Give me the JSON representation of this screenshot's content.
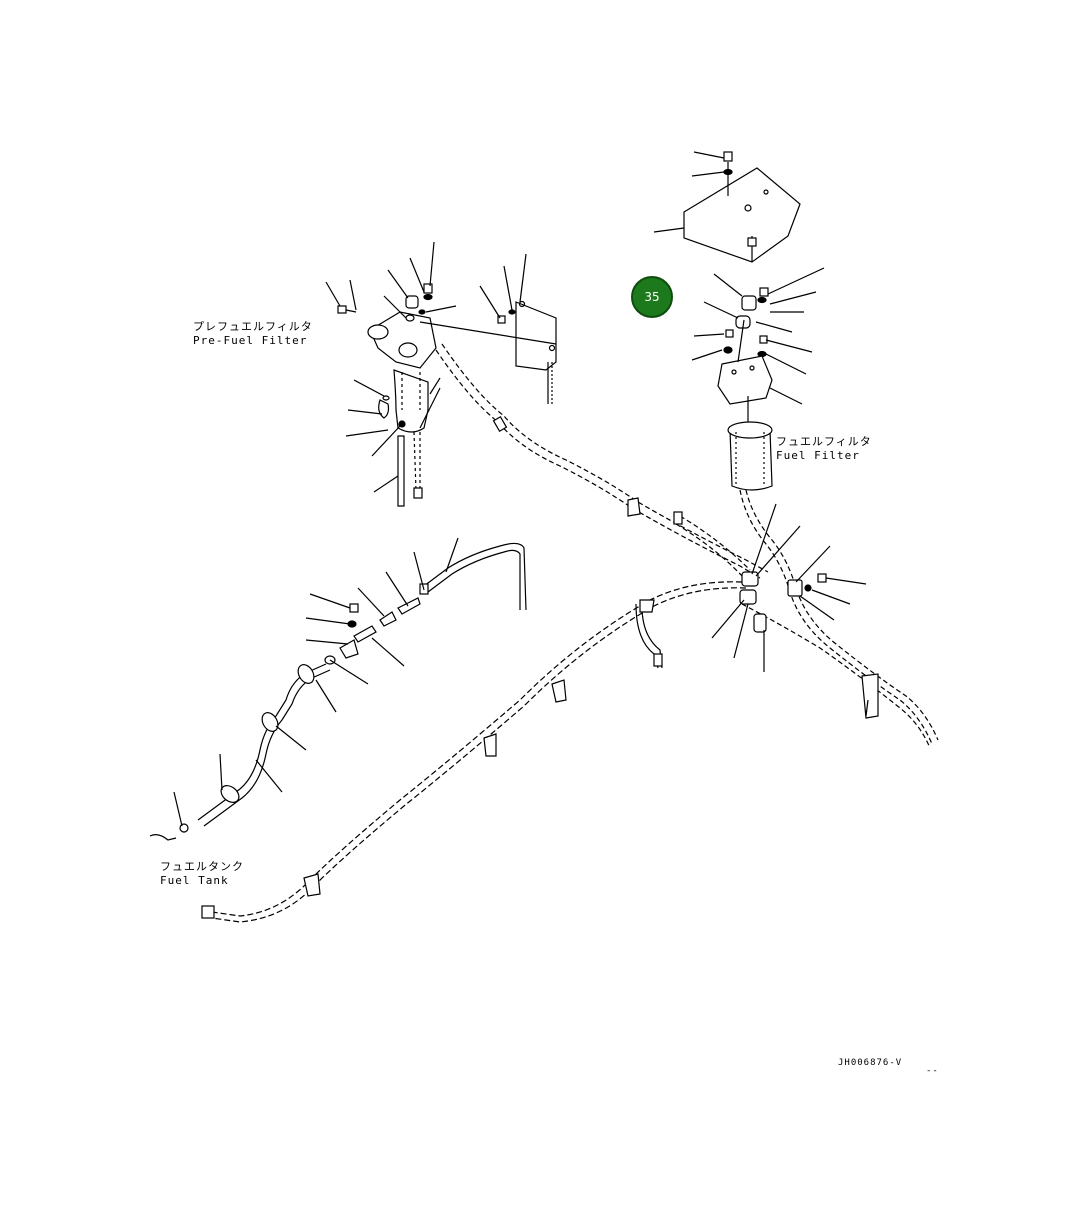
{
  "labels": {
    "pre_fuel_filter_jp": "プレフュエルフィルタ",
    "pre_fuel_filter_en": "Pre-Fuel Filter",
    "fuel_filter_jp": "フュエルフィルタ",
    "fuel_filter_en": "Fuel Filter",
    "fuel_tank_jp": "フュエルタンク",
    "fuel_tank_en": "Fuel Tank"
  },
  "callout": {
    "number": "35",
    "color": "#1c7a1c"
  },
  "drawing_code": "JH006876-V",
  "corner_mark": "--",
  "line_color": "#000000"
}
